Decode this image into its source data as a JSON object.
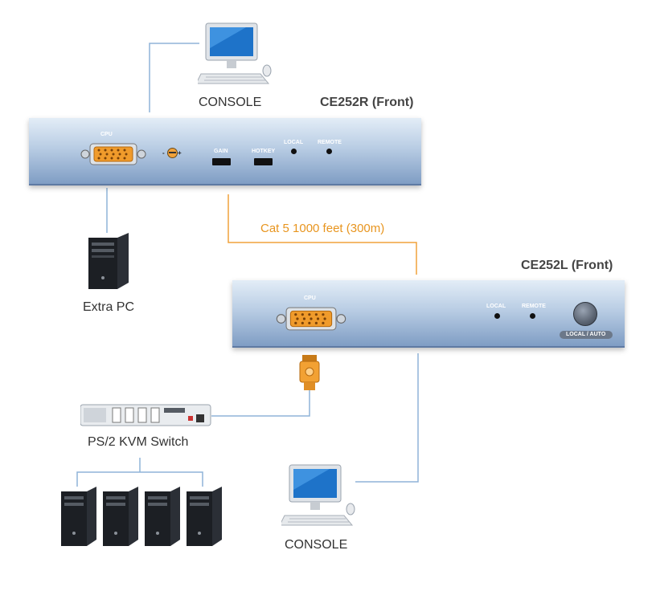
{
  "labels": {
    "console_top": "CONSOLE",
    "console_bottom": "CONSOLE",
    "extra_pc": "Extra PC",
    "kvm_switch": "PS/2 KVM Switch",
    "cable": "Cat 5 1000 feet (300m)"
  },
  "remote_unit": {
    "title": "CE252R (Front)",
    "cpu": "CPU",
    "gain_knob_minus": "-",
    "gain_knob_plus": "+",
    "gain": "GAIN",
    "hotkey": "HOTKEY",
    "local": "LOCAL",
    "remote": "REMOTE"
  },
  "local_unit": {
    "title": "CE252L (Front)",
    "cpu": "CPU",
    "local": "LOCAL",
    "remote": "REMOTE",
    "local_auto": "LOCAL / AUTO"
  },
  "colors": {
    "line": "#8fb4d8",
    "cable": "#f0a23b",
    "connector": "#f2a133"
  }
}
